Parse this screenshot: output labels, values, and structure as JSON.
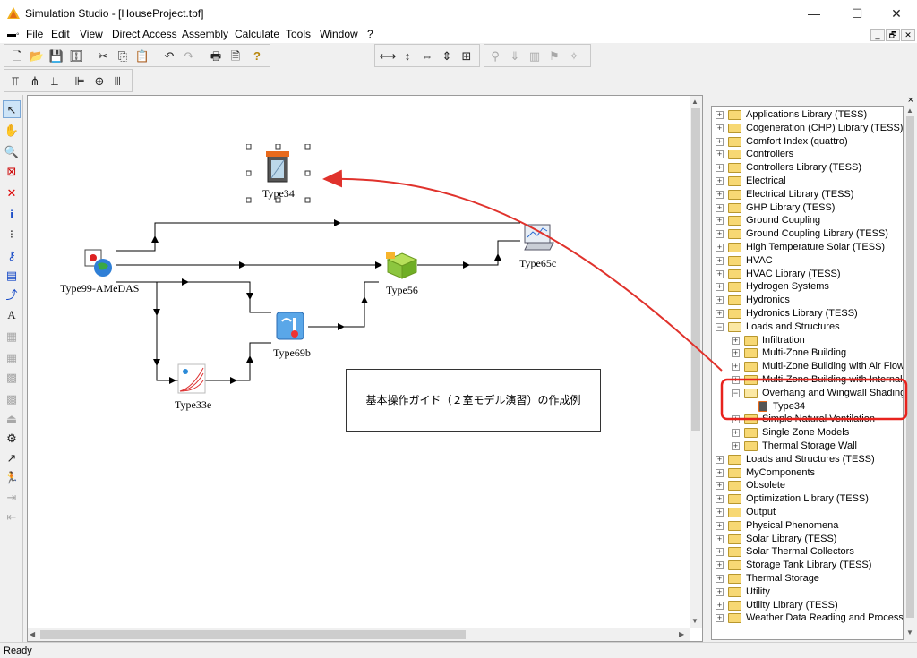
{
  "window": {
    "title": "Simulation Studio - [HouseProject.tpf]",
    "minimize": "—",
    "maximize": "☐",
    "close": "✕"
  },
  "menu": {
    "items": [
      "File",
      "Edit",
      "View",
      "Direct Access",
      "Assembly",
      "Calculate",
      "Tools",
      "Window",
      "?"
    ],
    "mdi_min": "_",
    "mdi_restore": "🗗",
    "mdi_close": "✕"
  },
  "components": [
    {
      "name": "Type34"
    },
    {
      "name": "Type99-AMeDAS"
    },
    {
      "name": "Type56"
    },
    {
      "name": "Type65c"
    },
    {
      "name": "Type69b"
    },
    {
      "name": "Type33e"
    }
  ],
  "note_text": "基本操作ガイド（２室モデル演習）の作成例",
  "tree": {
    "close": "×",
    "items": [
      {
        "label": "Applications Library (TESS)",
        "level": 0,
        "expanded": false
      },
      {
        "label": "Cogeneration (CHP) Library (TESS)",
        "level": 0,
        "expanded": false
      },
      {
        "label": "Comfort Index (quattro)",
        "level": 0,
        "expanded": false
      },
      {
        "label": "Controllers",
        "level": 0,
        "expanded": false
      },
      {
        "label": "Controllers Library (TESS)",
        "level": 0,
        "expanded": false
      },
      {
        "label": "Electrical",
        "level": 0,
        "expanded": false
      },
      {
        "label": "Electrical Library (TESS)",
        "level": 0,
        "expanded": false
      },
      {
        "label": "GHP Library (TESS)",
        "level": 0,
        "expanded": false
      },
      {
        "label": "Ground Coupling",
        "level": 0,
        "expanded": false
      },
      {
        "label": "Ground Coupling Library (TESS)",
        "level": 0,
        "expanded": false
      },
      {
        "label": "High Temperature Solar (TESS)",
        "level": 0,
        "expanded": false
      },
      {
        "label": "HVAC",
        "level": 0,
        "expanded": false
      },
      {
        "label": "HVAC Library (TESS)",
        "level": 0,
        "expanded": false
      },
      {
        "label": "Hydrogen Systems",
        "level": 0,
        "expanded": false
      },
      {
        "label": "Hydronics",
        "level": 0,
        "expanded": false
      },
      {
        "label": "Hydronics Library (TESS)",
        "level": 0,
        "expanded": false
      },
      {
        "label": "Loads and Structures",
        "level": 0,
        "expanded": true
      },
      {
        "label": "Infiltration",
        "level": 1,
        "expanded": false
      },
      {
        "label": "Multi-Zone Building",
        "level": 1,
        "expanded": false
      },
      {
        "label": "Multi-Zone Building with Air Flow (T",
        "level": 1,
        "expanded": false
      },
      {
        "label": "Multi-Zone Building with Internal S",
        "level": 1,
        "expanded": false
      },
      {
        "label": "Overhang and Wingwall Shading",
        "level": 1,
        "expanded": true
      },
      {
        "label": "Type34",
        "level": 2,
        "leaf": true
      },
      {
        "label": "Simple Natural Ventilation",
        "level": 1,
        "expanded": false
      },
      {
        "label": "Single Zone Models",
        "level": 1,
        "expanded": false
      },
      {
        "label": "Thermal Storage Wall",
        "level": 1,
        "expanded": false
      },
      {
        "label": "Loads and Structures (TESS)",
        "level": 0,
        "expanded": false
      },
      {
        "label": "MyComponents",
        "level": 0,
        "expanded": false
      },
      {
        "label": "Obsolete",
        "level": 0,
        "expanded": false
      },
      {
        "label": "Optimization Library (TESS)",
        "level": 0,
        "expanded": false
      },
      {
        "label": "Output",
        "level": 0,
        "expanded": false
      },
      {
        "label": "Physical Phenomena",
        "level": 0,
        "expanded": false
      },
      {
        "label": "Solar Library (TESS)",
        "level": 0,
        "expanded": false
      },
      {
        "label": "Solar Thermal Collectors",
        "level": 0,
        "expanded": false
      },
      {
        "label": "Storage Tank Library (TESS)",
        "level": 0,
        "expanded": false
      },
      {
        "label": "Thermal Storage",
        "level": 0,
        "expanded": false
      },
      {
        "label": "Utility",
        "level": 0,
        "expanded": false
      },
      {
        "label": "Utility Library (TESS)",
        "level": 0,
        "expanded": false
      },
      {
        "label": "Weather Data Reading and Processin",
        "level": 0,
        "expanded": false
      }
    ]
  },
  "status": "Ready",
  "colors": {
    "highlight": "#e8221d",
    "arrow": "#e0322c",
    "link": "#000000"
  }
}
